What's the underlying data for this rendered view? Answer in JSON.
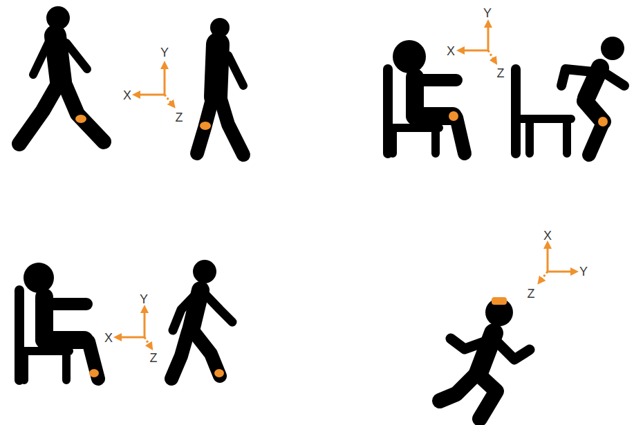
{
  "diagram": {
    "labels": [
      "Y",
      "X",
      "Z",
      "Y",
      "X",
      "Z",
      "Y",
      "X",
      "Z",
      "X",
      "Y",
      "Z"
    ]
  }
}
